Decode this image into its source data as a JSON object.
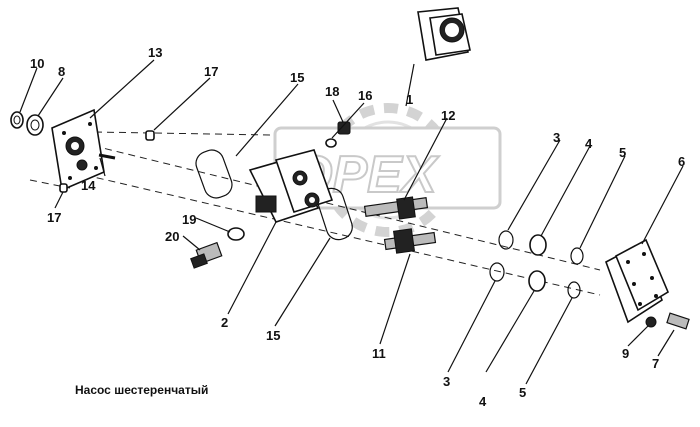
{
  "caption": "Насос шестеренчатый",
  "watermark": "OPEX",
  "part_numbers": {
    "p1": "1",
    "p2": "2",
    "p3a": "3",
    "p3b": "3",
    "p4a": "4",
    "p4b": "4",
    "p5a": "5",
    "p5b": "5",
    "p6": "6",
    "p7": "7",
    "p8": "8",
    "p9": "9",
    "p10": "10",
    "p11": "11",
    "p12": "12",
    "p13": "13",
    "p14": "14",
    "p15a": "15",
    "p15b": "15",
    "p16": "16",
    "p17a": "17",
    "p17b": "17",
    "p18": "18",
    "p19": "19",
    "p20": "20"
  }
}
